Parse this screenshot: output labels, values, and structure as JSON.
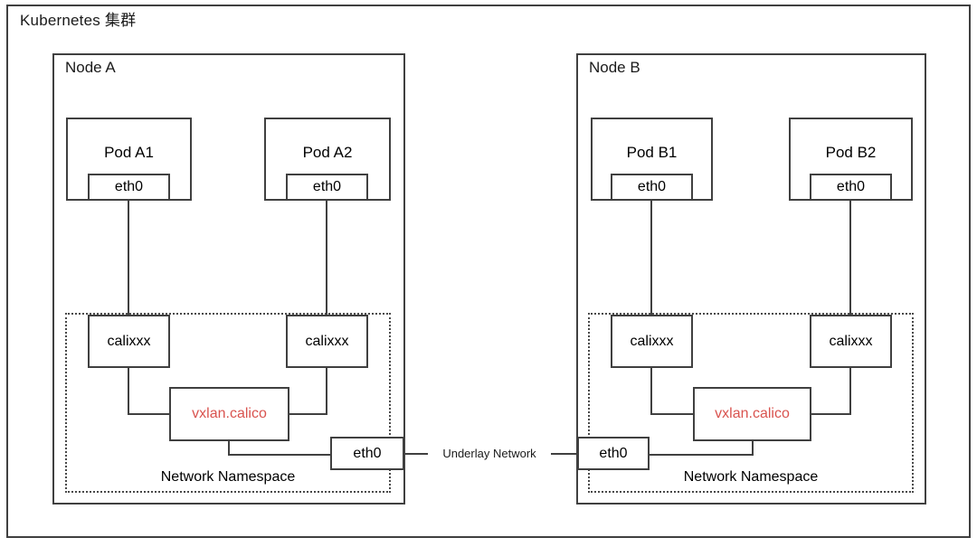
{
  "diagram": {
    "cluster_title": "Kubernetes 集群",
    "accent_color": "#d9534f",
    "line_color": "#404040",
    "underlay_label": "Underlay Network",
    "namespace_label": "Network Namespace",
    "nodes": [
      {
        "title": "Node A",
        "pods": [
          {
            "name": "Pod A1",
            "iface": "eth0"
          },
          {
            "name": "Pod A2",
            "iface": "eth0"
          }
        ],
        "veths": [
          "calixxx",
          "calixxx"
        ],
        "tunnel": "vxlan.calico",
        "uplink": "eth0",
        "namespace": "Network Namespace"
      },
      {
        "title": "Node B",
        "pods": [
          {
            "name": "Pod B1",
            "iface": "eth0"
          },
          {
            "name": "Pod B2",
            "iface": "eth0"
          }
        ],
        "veths": [
          "calixxx",
          "calixxx"
        ],
        "tunnel": "vxlan.calico",
        "uplink": "eth0",
        "namespace": "Network Namespace"
      }
    ]
  }
}
